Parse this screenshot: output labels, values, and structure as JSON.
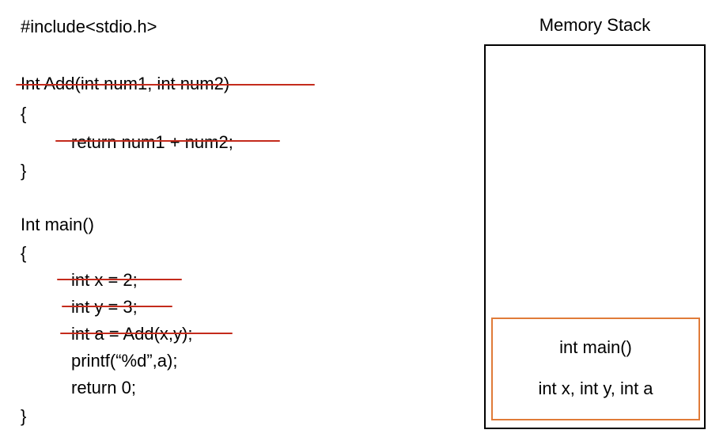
{
  "code": {
    "lines": [
      "#include<stdio.h>",
      "Int Add(int num1, int num2)",
      "{",
      "return num1 + num2;",
      "}",
      "Int main()",
      "{",
      "int x = 2;",
      "int y = 3;",
      "int a = Add(x,y);",
      "printf(“%d”,a);",
      "return 0;",
      "}"
    ]
  },
  "stack": {
    "title": "Memory Stack",
    "frame": {
      "function": "int main()",
      "variables": "int x, int y, int a"
    }
  },
  "colors": {
    "strike": "#c42b1c",
    "frame_border": "#e07b39",
    "box_border": "#000000"
  }
}
